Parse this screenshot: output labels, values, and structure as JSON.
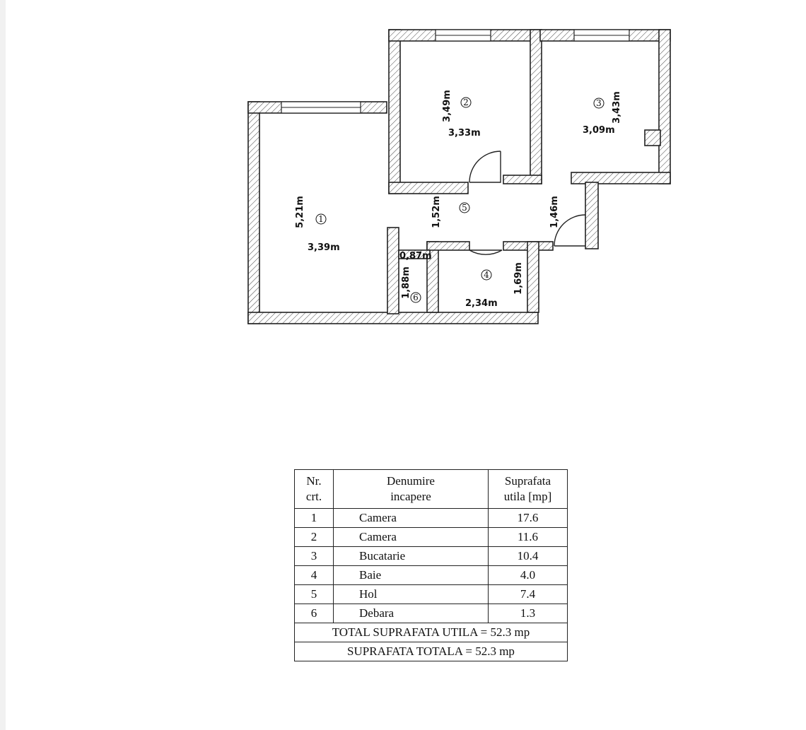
{
  "plan": {
    "rooms": [
      {
        "number": "1",
        "width_label": "3,39m",
        "length_label": "5,21m"
      },
      {
        "number": "2",
        "width_label": "3,33m",
        "length_label": "3,49m"
      },
      {
        "number": "3",
        "width_label": "3,09m",
        "length_label": "3,43m"
      },
      {
        "number": "4",
        "width_label": "2,34m",
        "length_label": "1,69m"
      },
      {
        "number": "5",
        "width_label": "1,52m",
        "length_label": "1,46m"
      },
      {
        "number": "6",
        "width_label": "0,87m",
        "length_label": "1,88m"
      }
    ]
  },
  "table": {
    "headers": {
      "nr_line1": "Nr.",
      "nr_line2": "crt.",
      "name_line1": "Denumire",
      "name_line2": "incapere",
      "area_line1": "Suprafata",
      "area_line2": "utila [mp]"
    },
    "rows": [
      {
        "nr": "1",
        "name": "Camera",
        "area": "17.6"
      },
      {
        "nr": "2",
        "name": "Camera",
        "area": "11.6"
      },
      {
        "nr": "3",
        "name": "Bucatarie",
        "area": "10.4"
      },
      {
        "nr": "4",
        "name": "Baie",
        "area": "4.0"
      },
      {
        "nr": "5",
        "name": "Hol",
        "area": "7.4"
      },
      {
        "nr": "6",
        "name": "Debara",
        "area": "1.3"
      }
    ],
    "total_useful": "TOTAL SUPRAFATA UTILA = 52.3 mp",
    "total_area": "SUPRAFATA TOTALA = 52.3 mp"
  }
}
